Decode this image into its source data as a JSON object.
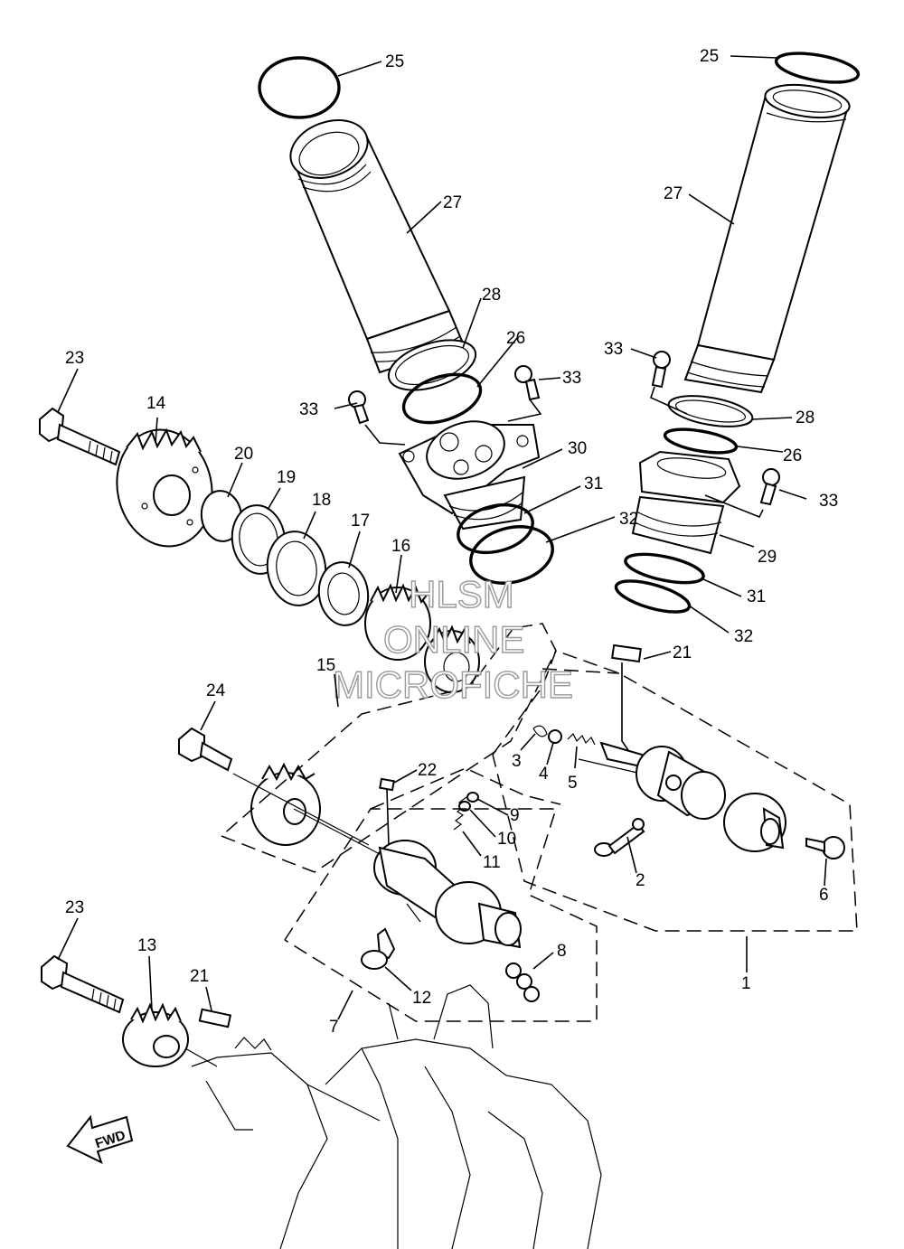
{
  "watermark": {
    "line1": "HLSM",
    "line2": "ONLINE",
    "line3": "MICROFICHE"
  },
  "direction_marker": {
    "label": "FWD",
    "icon": "forward-arrow-icon"
  },
  "callouts": [
    {
      "id": "c-25a",
      "label": "25"
    },
    {
      "id": "c-25b",
      "label": "25"
    },
    {
      "id": "c-27a",
      "label": "27"
    },
    {
      "id": "c-27b",
      "label": "27"
    },
    {
      "id": "c-28a",
      "label": "28"
    },
    {
      "id": "c-28b",
      "label": "28"
    },
    {
      "id": "c-26a",
      "label": "26"
    },
    {
      "id": "c-26b",
      "label": "26"
    },
    {
      "id": "c-33a",
      "label": "33"
    },
    {
      "id": "c-33b",
      "label": "33"
    },
    {
      "id": "c-33c",
      "label": "33"
    },
    {
      "id": "c-33d",
      "label": "33"
    },
    {
      "id": "c-23a",
      "label": "23"
    },
    {
      "id": "c-23b",
      "label": "23"
    },
    {
      "id": "c-14",
      "label": "14"
    },
    {
      "id": "c-30",
      "label": "30"
    },
    {
      "id": "c-31a",
      "label": "31"
    },
    {
      "id": "c-31b",
      "label": "31"
    },
    {
      "id": "c-32a",
      "label": "32"
    },
    {
      "id": "c-32b",
      "label": "32"
    },
    {
      "id": "c-29",
      "label": "29"
    },
    {
      "id": "c-20",
      "label": "20"
    },
    {
      "id": "c-19",
      "label": "19"
    },
    {
      "id": "c-18",
      "label": "18"
    },
    {
      "id": "c-17",
      "label": "17"
    },
    {
      "id": "c-16",
      "label": "16"
    },
    {
      "id": "c-15",
      "label": "15"
    },
    {
      "id": "c-21a",
      "label": "21"
    },
    {
      "id": "c-21b",
      "label": "21"
    },
    {
      "id": "c-24",
      "label": "24"
    },
    {
      "id": "c-3",
      "label": "3"
    },
    {
      "id": "c-4",
      "label": "4"
    },
    {
      "id": "c-5",
      "label": "5"
    },
    {
      "id": "c-22",
      "label": "22"
    },
    {
      "id": "c-9",
      "label": "9"
    },
    {
      "id": "c-10",
      "label": "10"
    },
    {
      "id": "c-11",
      "label": "11"
    },
    {
      "id": "c-2",
      "label": "2"
    },
    {
      "id": "c-6",
      "label": "6"
    },
    {
      "id": "c-8",
      "label": "8"
    },
    {
      "id": "c-1",
      "label": "1"
    },
    {
      "id": "c-13",
      "label": "13"
    },
    {
      "id": "c-12",
      "label": "12"
    },
    {
      "id": "c-7",
      "label": "7"
    }
  ]
}
